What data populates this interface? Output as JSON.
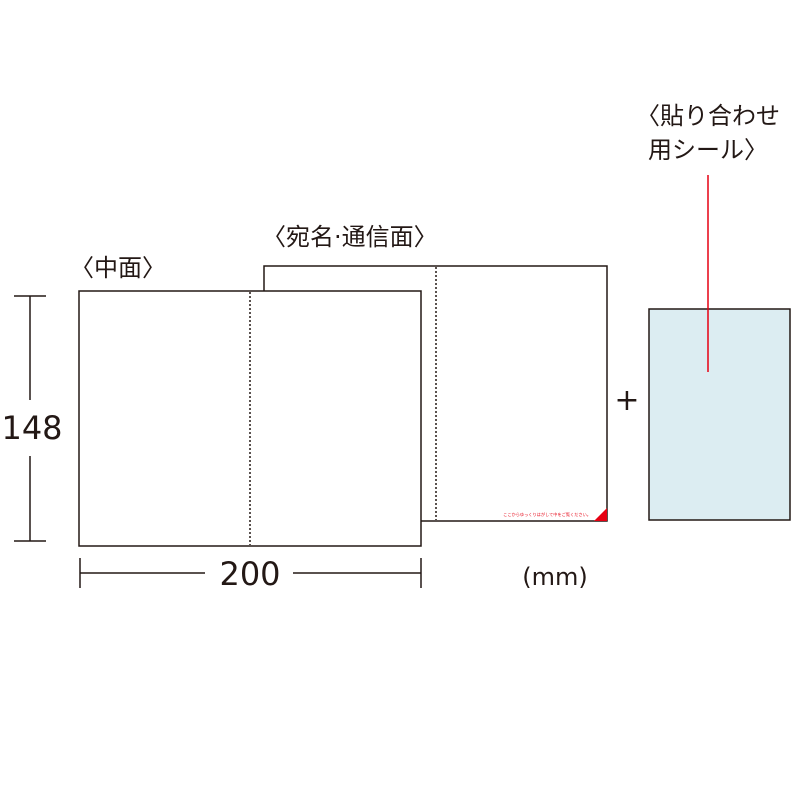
{
  "labels": {
    "inner_side": "〈中面〉",
    "address_side": "〈宛名·通信面〉",
    "seal_line1": "〈貼り合わせ",
    "seal_line2": "用シール〉",
    "plus": "+",
    "height_dim": "148",
    "width_dim": "200",
    "unit": "(mm)",
    "peel_note": "ここからゆっくりはがして中をご覧ください。"
  },
  "colors": {
    "line": "#231815",
    "seal_fill": "#dcedf2",
    "accent_red": "#e60012"
  }
}
